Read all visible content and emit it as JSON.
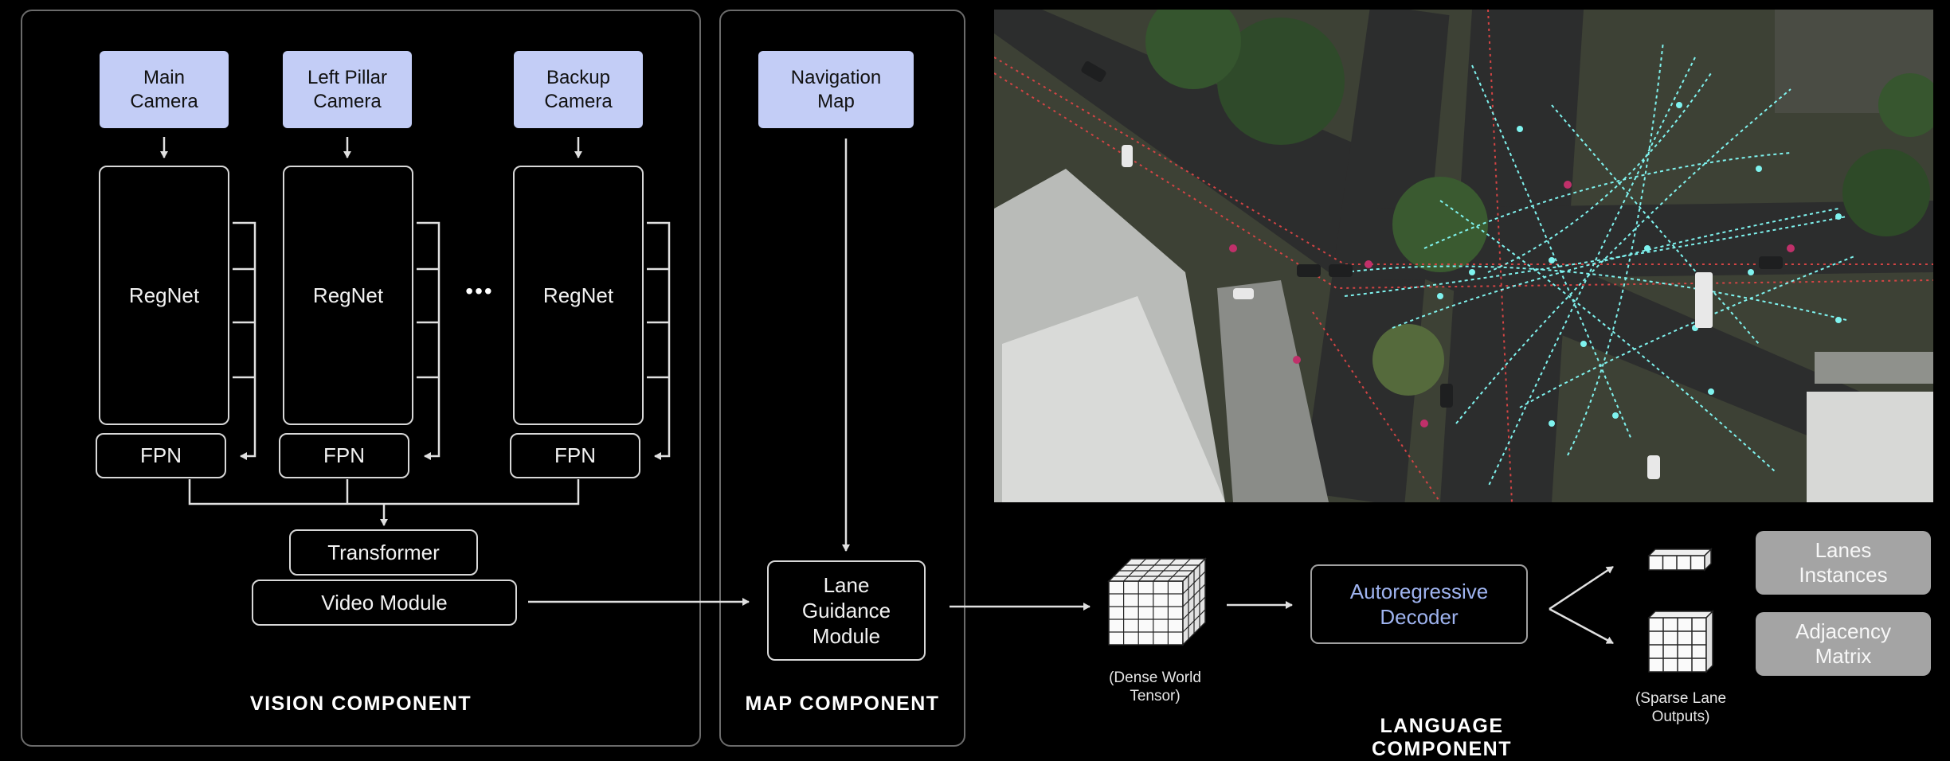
{
  "vision": {
    "cameras": [
      "Main\nCamera",
      "Left Pillar\nCamera",
      "Backup\nCamera"
    ],
    "backbone": "RegNet",
    "fpn": "FPN",
    "ellipsis": "•••",
    "transformer": "Transformer",
    "video_module": "Video Module",
    "title": "VISION COMPONENT"
  },
  "map": {
    "navigation_map": "Navigation\nMap",
    "lane_guidance": "Lane\nGuidance\nModule",
    "title": "MAP COMPONENT"
  },
  "language": {
    "dense_tensor_caption": "(Dense World\nTensor)",
    "decoder": "Autoregressive\nDecoder",
    "decoder_color": "#9fb4f0",
    "sparse_caption": "(Sparse Lane\nOutputs)",
    "outputs": [
      "Lanes\nInstances",
      "Adjacency\nMatrix"
    ],
    "title": "LANGUAGE\nCOMPONENT"
  },
  "aerial_image": {
    "lane_graph_color": "#7ff3ef",
    "route_color": "#d44444"
  }
}
